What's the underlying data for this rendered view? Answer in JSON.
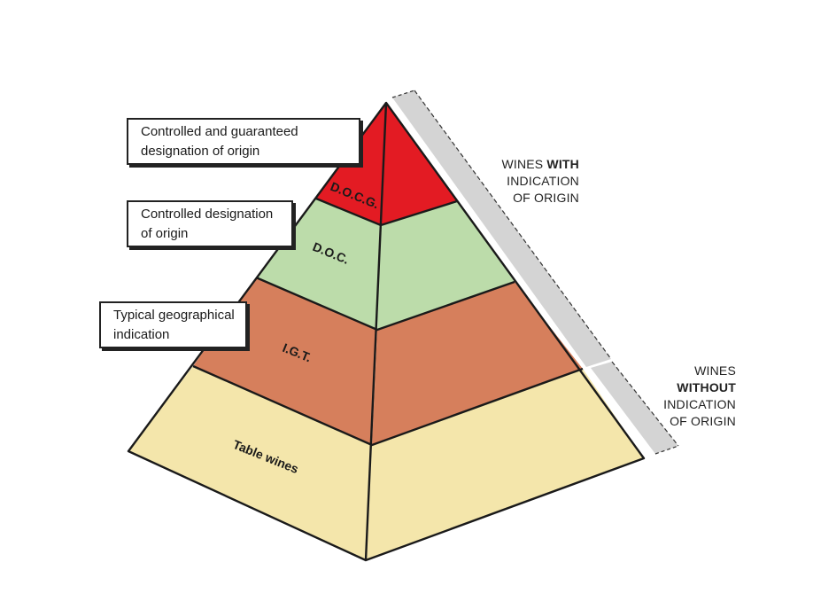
{
  "colors": {
    "docg": "#e31b23",
    "doc": "#bcdcaa",
    "igt": "#d67f5c",
    "table": "#f4e6ab",
    "outline": "#1a1a1a",
    "band": "#d4d4d4"
  },
  "levels": {
    "docg": {
      "label": "D.O.C.G."
    },
    "doc": {
      "label": "D.O.C."
    },
    "igt": {
      "label": "I.G.T."
    },
    "table": {
      "label": "Table wines"
    }
  },
  "callouts": {
    "docg": {
      "line1": "Controlled and guaranteed",
      "line2": "designation of origin"
    },
    "doc": {
      "line1": "Controlled designation",
      "line2": "of origin"
    },
    "igt": {
      "line1": "Typical geographical",
      "line2": "indication"
    }
  },
  "groups": {
    "with_origin": {
      "prefix": "WINES ",
      "emphasis": "WITH",
      "line2": "INDICATION",
      "line3": "OF ORIGIN"
    },
    "without_origin": {
      "prefix": "WINES ",
      "emphasis": "WITHOUT",
      "line2": "INDICATION",
      "line3": "OF ORIGIN"
    }
  }
}
